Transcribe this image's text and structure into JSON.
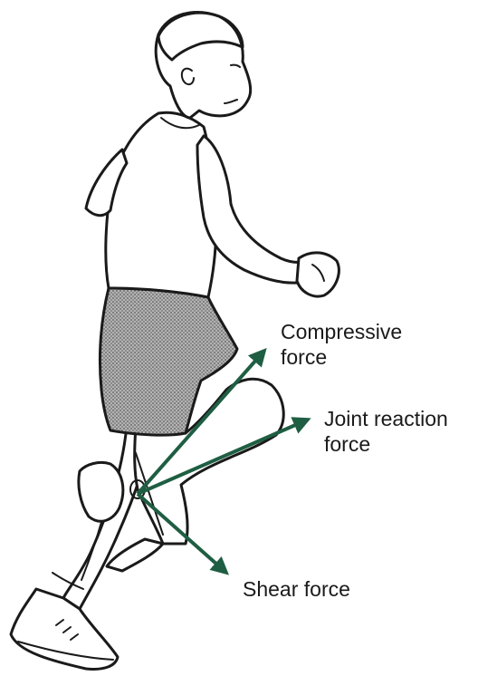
{
  "labels": {
    "compressive_line1": "Compressive",
    "compressive_line2": "force",
    "joint_line1": "Joint reaction",
    "joint_line2": "force",
    "shear": "Shear force"
  },
  "colors": {
    "arrow": "#1f5e43",
    "outline": "#1a1a1a",
    "shorts": "#9a9a9a"
  }
}
